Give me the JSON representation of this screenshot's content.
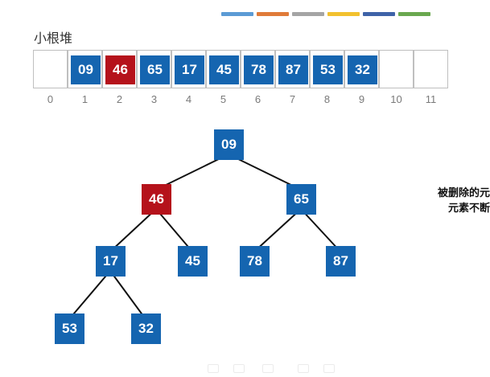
{
  "palette": {
    "node_blue": "#1565b0",
    "node_red": "#b5121b",
    "edge": "#111111",
    "cell_border": "#bfbfbf"
  },
  "color_bars": [
    "#5b9bd5",
    "#e07b39",
    "#a5a5a5",
    "#f2c12e",
    "#3e63a8",
    "#6aa84f"
  ],
  "heap": {
    "title": "小根堆",
    "array": {
      "slots": [
        "",
        "09",
        "46",
        "65",
        "17",
        "45",
        "78",
        "87",
        "53",
        "32",
        "",
        ""
      ],
      "indices": [
        "0",
        "1",
        "2",
        "3",
        "4",
        "5",
        "6",
        "7",
        "8",
        "9",
        "10",
        "11"
      ],
      "highlighted_index": 2
    },
    "tree": {
      "nodes": [
        "09",
        "46",
        "65",
        "17",
        "45",
        "78",
        "87",
        "53",
        "32"
      ],
      "highlighted_node": 1
    }
  },
  "side_note": {
    "line1": "被删除的元",
    "line2": "元素不断"
  }
}
